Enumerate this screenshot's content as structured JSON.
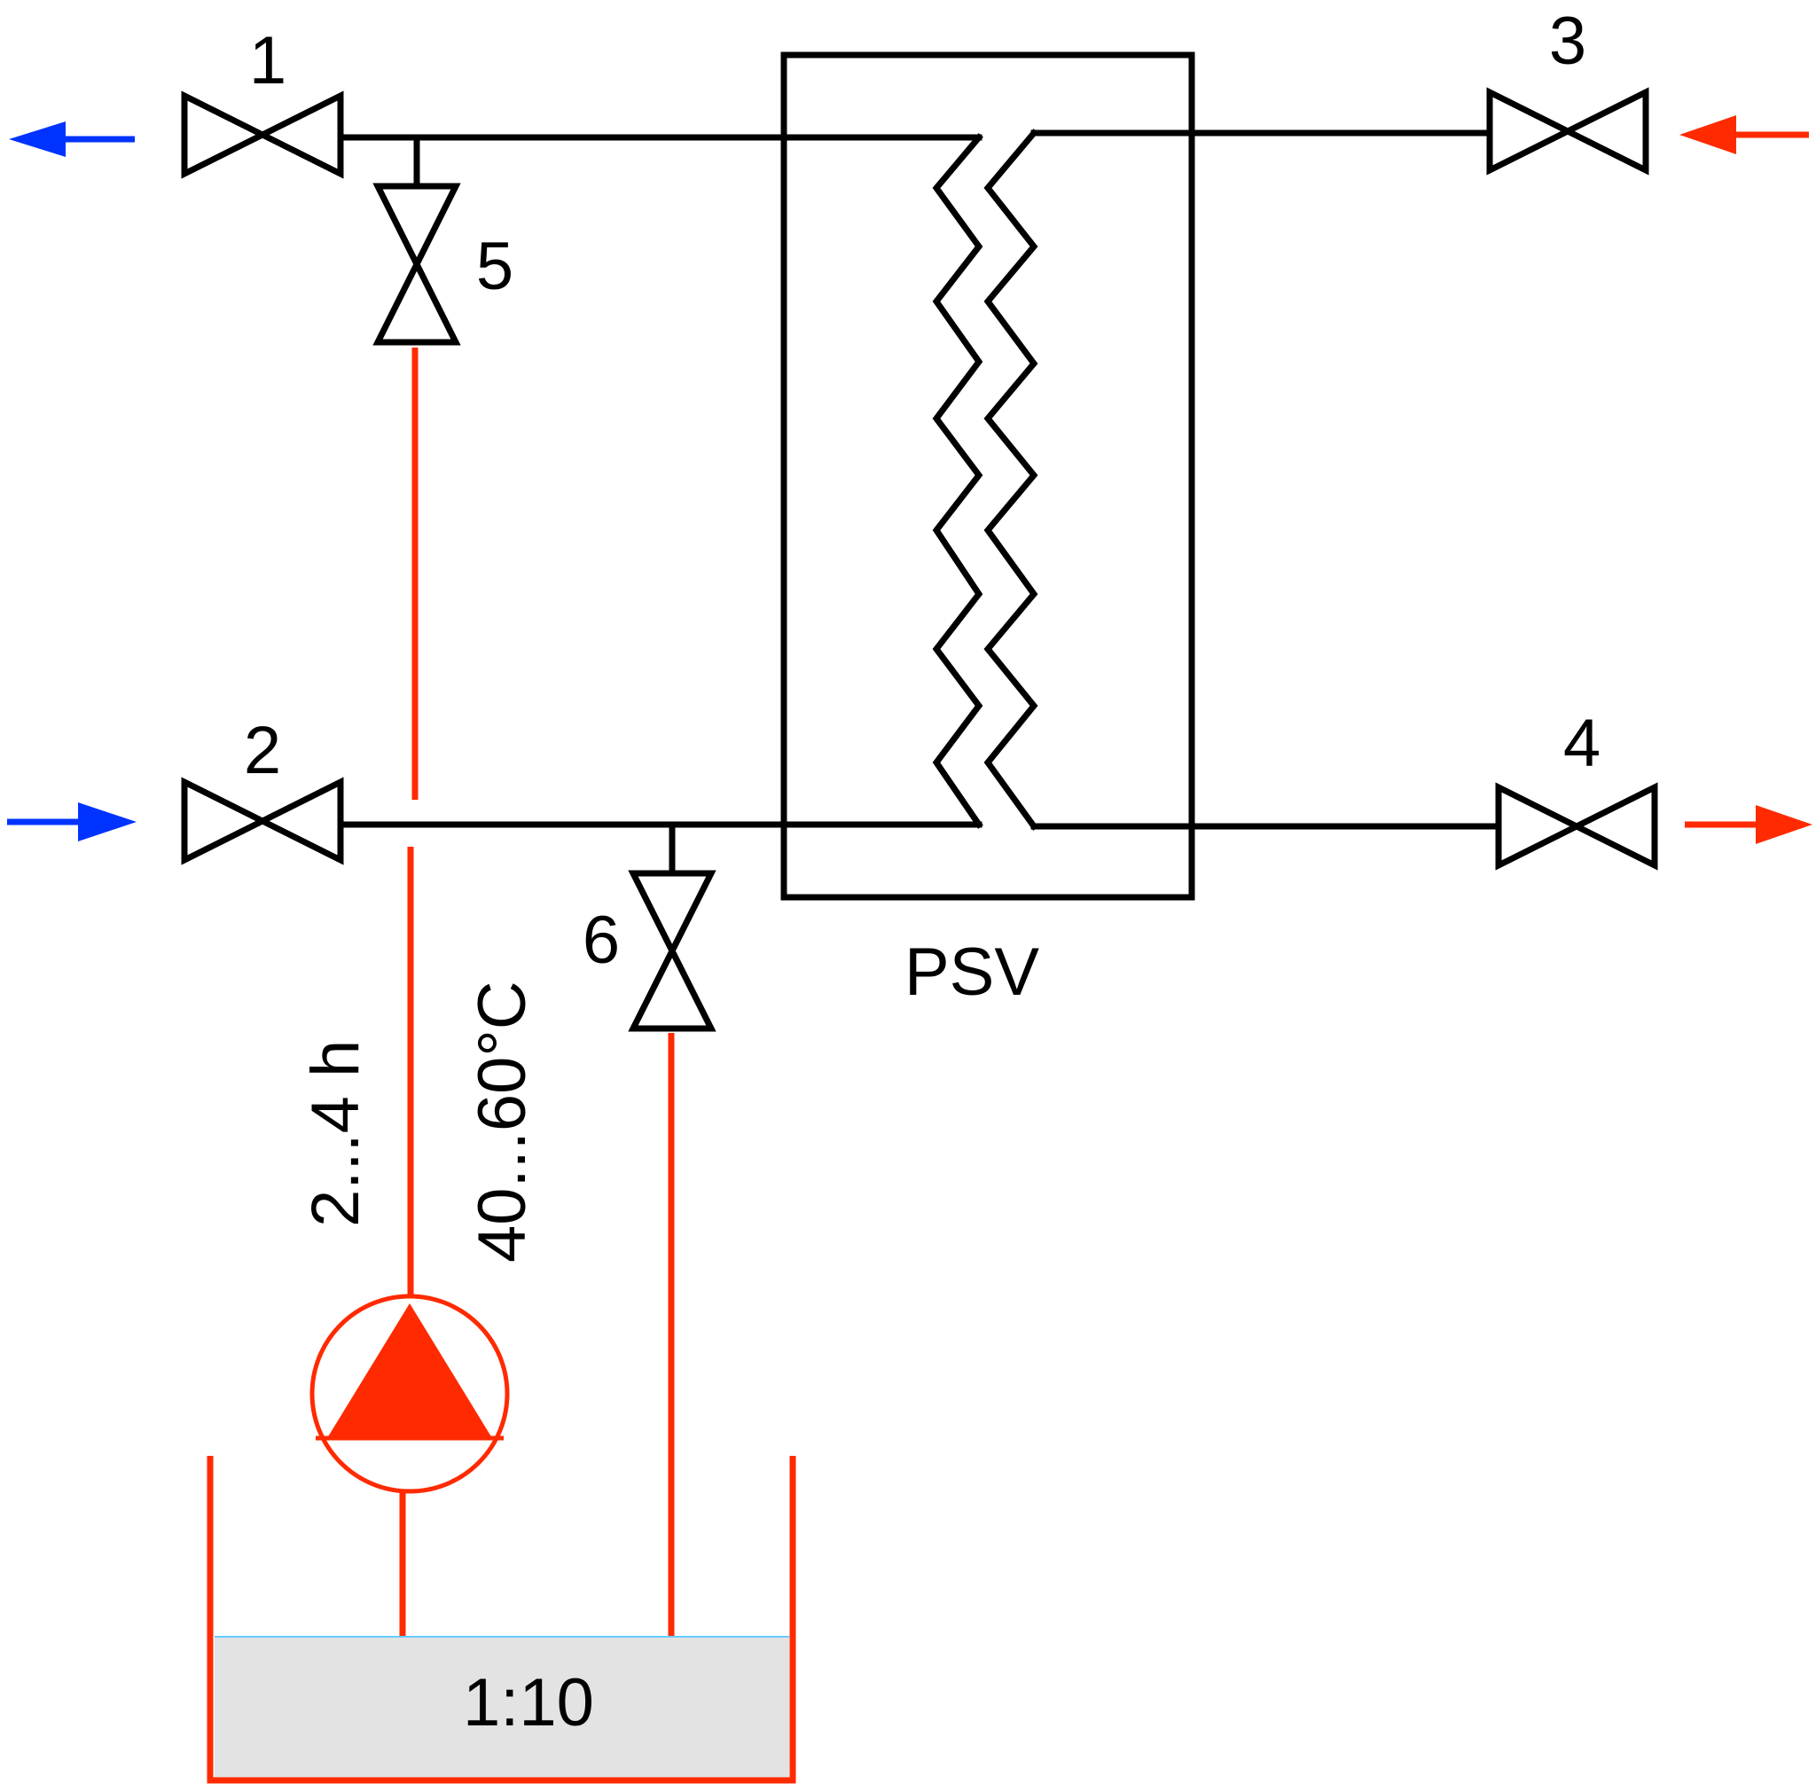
{
  "valves": [
    {
      "id": "1",
      "label": "1"
    },
    {
      "id": "2",
      "label": "2"
    },
    {
      "id": "3",
      "label": "3"
    },
    {
      "id": "4",
      "label": "4"
    },
    {
      "id": "5",
      "label": "5"
    },
    {
      "id": "6",
      "label": "6"
    }
  ],
  "exchanger": {
    "label": "PSV"
  },
  "process": {
    "duration": "2...4 h",
    "temperature": "40...60°C"
  },
  "tank": {
    "ratio": "1:10"
  },
  "colors": {
    "line": "#000000",
    "hot": "#ff2a00",
    "cold": "#0033ff",
    "liquid": "#e3e3e3"
  }
}
